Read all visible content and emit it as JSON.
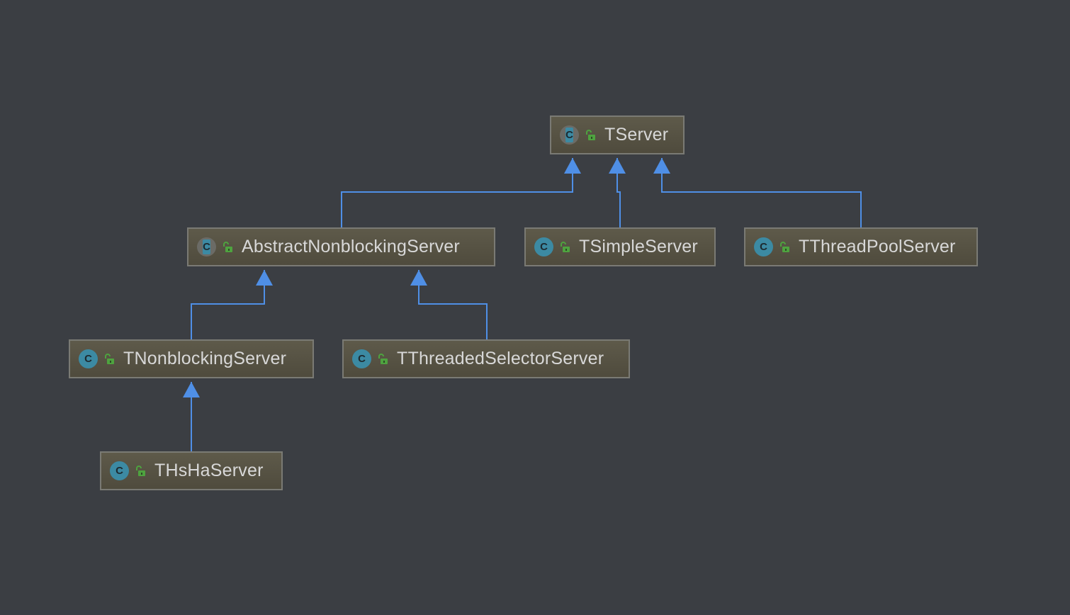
{
  "diagram": {
    "colors": {
      "background": "#3b3e43",
      "edge": "#4f8fe6",
      "node_fill": "#57533f",
      "node_border": "#7a7a74",
      "class_icon": "#3c8aa3",
      "access_icon": "#4ea33f"
    },
    "kind_icon_letter": "C",
    "nodes": [
      {
        "id": "tserver",
        "label": "TServer",
        "kind": "abstract-class",
        "access": "public"
      },
      {
        "id": "abstract-nonblocking",
        "label": "AbstractNonblockingServer",
        "kind": "abstract-class",
        "access": "public"
      },
      {
        "id": "tsimple",
        "label": "TSimpleServer",
        "kind": "class",
        "access": "public"
      },
      {
        "id": "tthreadpool",
        "label": "TThreadPoolServer",
        "kind": "class",
        "access": "public"
      },
      {
        "id": "tnonblocking",
        "label": "TNonblockingServer",
        "kind": "class",
        "access": "public"
      },
      {
        "id": "tthreadedselector",
        "label": "TThreadedSelectorServer",
        "kind": "class",
        "access": "public"
      },
      {
        "id": "thsha",
        "label": "THsHaServer",
        "kind": "class",
        "access": "public"
      }
    ],
    "edges": [
      {
        "from": "abstract-nonblocking",
        "to": "tserver",
        "relation": "extends"
      },
      {
        "from": "tsimple",
        "to": "tserver",
        "relation": "extends"
      },
      {
        "from": "tthreadpool",
        "to": "tserver",
        "relation": "extends"
      },
      {
        "from": "tnonblocking",
        "to": "abstract-nonblocking",
        "relation": "extends"
      },
      {
        "from": "tthreadedselector",
        "to": "abstract-nonblocking",
        "relation": "extends"
      },
      {
        "from": "thsha",
        "to": "tnonblocking",
        "relation": "extends"
      }
    ]
  }
}
